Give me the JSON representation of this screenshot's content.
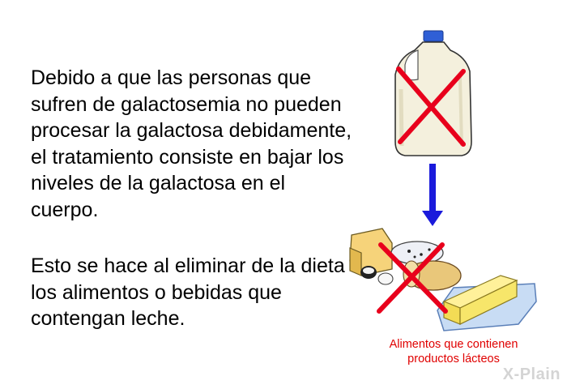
{
  "paragraphs": {
    "first": "Debido a que las personas que sufren de galactosemia no pueden procesar la galactosa debidamente, el tratamiento consiste en bajar los niveles de la galactosa en el cuerpo.",
    "second": "Esto se hace al eliminar de la dieta los alimentos o bebidas que contengan leche."
  },
  "caption": {
    "line1": "Alimentos que contienen",
    "line2": "productos lácteos"
  },
  "logo": "X-Plain",
  "icons": [
    "milk-jug-icon",
    "dairy-foods-icon",
    "red-x-icon",
    "down-arrow-icon"
  ],
  "colors": {
    "cross": "#e8001c",
    "arrow": "#1a1adb",
    "caption": "#e00000",
    "logo": "#d4d4d4"
  }
}
